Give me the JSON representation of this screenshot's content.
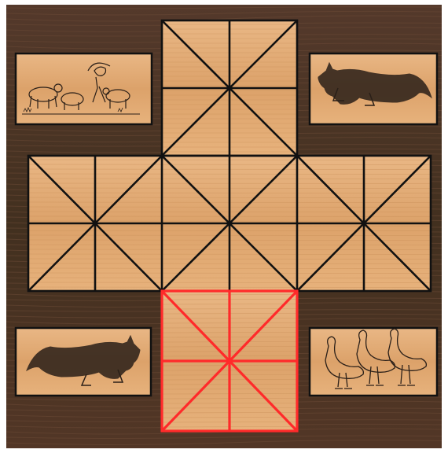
{
  "game": {
    "type": "fox-and-geese style cross board",
    "colors": {
      "board_dark": "#4a3326",
      "wood_light": "#e6b07a",
      "wood_mid": "#d89f66",
      "line": "#111111",
      "highlight": "#ff2a2a",
      "ink": "#1c1410"
    },
    "panels": {
      "top_left": {
        "picture": "sheep-flock-engraving"
      },
      "top_right": {
        "picture": "wolf-engraving"
      },
      "bottom_left": {
        "picture": "wolf-engraving"
      },
      "bottom_right": {
        "picture": "geese-engraving"
      }
    },
    "board": {
      "highlighted_region": "bottom-arm"
    }
  }
}
